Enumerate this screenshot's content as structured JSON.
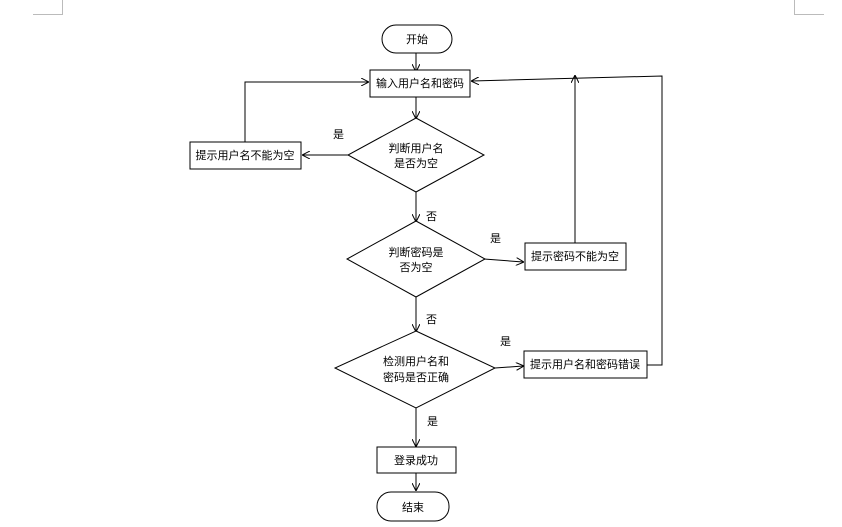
{
  "flowchart": {
    "start": "开始",
    "input": "输入用户名和密码",
    "check_username": [
      "判断用户名",
      "是否为空"
    ],
    "username_empty_msg": "提示用户名不能为空",
    "check_password": [
      "判断密码是",
      "否为空"
    ],
    "password_empty_msg": "提示密码不能为空",
    "verify": [
      "检测用户名和",
      "密码是否正确"
    ],
    "verify_error_msg": "提示用户名和密码错误",
    "success": "登录成功",
    "end": "结束"
  },
  "edge_labels": {
    "username_yes": "是",
    "username_no": "否",
    "password_yes": "是",
    "password_no": "否",
    "verify_wrong": "是",
    "verify_right": "是"
  }
}
